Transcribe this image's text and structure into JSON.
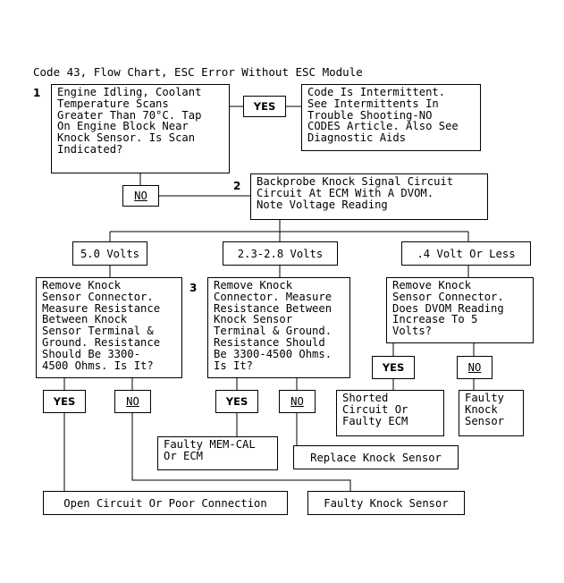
{
  "title": "Code 43, Flow Chart, ESC Error Without ESC Module",
  "steps": {
    "one": "1",
    "two": "2",
    "three": "3"
  },
  "boxes": {
    "b1": "Engine Idling, Coolant\nTemperature Scans\nGreater Than 70°C. Tap\nOn Engine Block Near\nKnock Sensor. Is Scan\nIndicated?",
    "intermittent": "Code Is Intermittent.\nSee Intermittents In\nTrouble Shooting-NO\nCODES Article. Also See\nDiagnostic Aids",
    "b2": "Backprobe Knock Signal Circuit\nCircuit At ECM With A DVOM.\nNote Voltage Reading",
    "v50": "5.0 Volts",
    "v23": "2.3-2.8 Volts",
    "v04": ".4 Volt Or Less",
    "left_check": "Remove Knock\nSensor Connector.\nMeasure Resistance\nBetween Knock\nSensor Terminal &\nGround. Resistance\nShould Be 3300-\n4500 Ohms. Is It?",
    "b3": "Remove Knock\nConnector. Measure\nResistance Between\nKnock Sensor\nTerminal & Ground.\nResistance Should\nBe 3300-4500 Ohms.\nIs It?",
    "right_check": "Remove Knock\nSensor Connector.\nDoes DVOM Reading\nIncrease To 5\nVolts?",
    "shorted": "Shorted\nCircuit Or\nFaulty ECM",
    "faulty_sensor_r": "Faulty\nKnock\nSensor",
    "faulty_memcal": "Faulty MEM-CAL\nOr ECM",
    "replace": "Replace Knock Sensor",
    "open": "Open Circuit Or Poor Connection",
    "faulty_sensor_b": "Faulty Knock Sensor"
  },
  "labels": {
    "yes": "YES",
    "no": "NO"
  }
}
